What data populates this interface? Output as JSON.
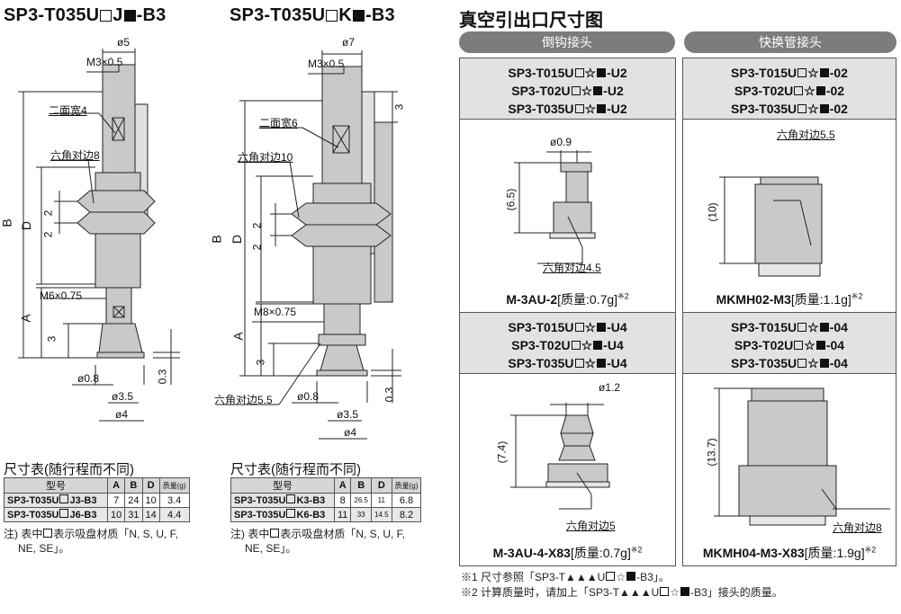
{
  "left": {
    "title_a": "SP3-T035U",
    "title_b": "J",
    "title_c": "-B3",
    "dims": {
      "phi5": "ø5",
      "m3": "M3×0.5",
      "twoflat": "二面宽4",
      "hex": "六角对边8",
      "b": "B",
      "d": "D",
      "two1": "2",
      "two2": "2",
      "m6": "M6×0.75",
      "a": "A",
      "three": "3",
      "phi08": "ø0.8",
      "phi35": "ø3.5",
      "phi4": "ø4",
      "p03": "0.3"
    },
    "table": {
      "title": "尺寸表(随行程而不同)",
      "headers": [
        "型号",
        "A",
        "B",
        "D",
        "质量(g)"
      ],
      "rows": [
        {
          "m1": "SP3-T035U",
          "m2": "J3-B3",
          "a": "7",
          "b": "24",
          "d": "10",
          "w": "3.4"
        },
        {
          "m1": "SP3-T035U",
          "m2": "J6-B3",
          "a": "10",
          "b": "31",
          "d": "14",
          "w": "4.4"
        }
      ],
      "note_a": "注) 表中",
      "note_b": "表示吸盘材质「N, S, U, F,",
      "note_c": "NE, SE」。"
    }
  },
  "middle": {
    "title_a": "SP3-T035U",
    "title_b": "K",
    "title_c": "-B3",
    "dims": {
      "phi7": "ø7",
      "m3": "M3×0.5",
      "three_top": "3",
      "twoflat": "二面宽6",
      "hex": "六角对边10",
      "b": "B",
      "d": "D",
      "two1": "2",
      "two2": "2",
      "m8": "M8×0.75",
      "a": "A",
      "three": "3",
      "hex55": "六角对边5.5",
      "phi08": "ø0.8",
      "phi35": "ø3.5",
      "phi4": "ø4",
      "p03": "0.3"
    },
    "table": {
      "title": "尺寸表(随行程而不同)",
      "headers": [
        "型号",
        "A",
        "B",
        "D",
        "质量(g)"
      ],
      "rows": [
        {
          "m1": "SP3-T035U",
          "m2": "K3-B3",
          "a": "8",
          "b": "26.5",
          "d": "11",
          "w": "6.8"
        },
        {
          "m1": "SP3-T035U",
          "m2": "K6-B3",
          "a": "11",
          "b": "33",
          "d": "14.5",
          "w": "8.2"
        }
      ],
      "note_a": "注) 表中",
      "note_b": "表示吸盘材质「N, S, U, F,",
      "note_c": "NE, SE」。"
    }
  },
  "right": {
    "title": "真空引出口尺寸图",
    "tab_barb": "倒钩接头",
    "tab_quick": "快换管接头",
    "panels": [
      {
        "lines": [
          [
            "SP3-T015U",
            "-U2"
          ],
          [
            "SP3-T02U",
            "-U2"
          ],
          [
            "SP3-T035U",
            "-U2"
          ]
        ],
        "dims": {
          "d1": "ø0.9",
          "d2": "(6.5)",
          "d3": "六角对边4.5"
        },
        "part": "M-3AU-2",
        "mass": "[质量:0.7g]",
        "ref": "※2"
      },
      {
        "lines": [
          [
            "SP3-T015U",
            "-02"
          ],
          [
            "SP3-T02U",
            "-02"
          ],
          [
            "SP3-T035U",
            "-02"
          ]
        ],
        "dims": {
          "d1": "六角对边5.5",
          "d2": "(10)"
        },
        "part": "MKMH02-M3",
        "mass": "[质量:1.1g]",
        "ref": "※2"
      },
      {
        "lines": [
          [
            "SP3-T015U",
            "-U4"
          ],
          [
            "SP3-T02U",
            "-U4"
          ],
          [
            "SP3-T035U",
            "-U4"
          ]
        ],
        "dims": {
          "d1": "ø1.2",
          "d2": "(7.4)",
          "d3": "六角对边5"
        },
        "part": "M-3AU-4-X83",
        "mass": "[质量:0.7g]",
        "ref": "※2"
      },
      {
        "lines": [
          [
            "SP3-T015U",
            "-04"
          ],
          [
            "SP3-T02U",
            "-04"
          ],
          [
            "SP3-T035U",
            "-04"
          ]
        ],
        "dims": {
          "d2": "(13.7)",
          "d3": "六角对边8"
        },
        "part": "MKMH04-M3-X83",
        "mass": "[质量:1.9g]",
        "ref": "※2"
      }
    ],
    "note1": "※1 尺寸参照「SP3-T▲▲▲U",
    "note1_end": "-B3」。",
    "note2": "※2 计算质量时，请加上「SP3-T▲▲▲U",
    "note2_end": "-B3」接头的质量。",
    "star": "☆"
  },
  "colors": {
    "part_fill": "#c9c9c9",
    "pill": "#7c7c7c",
    "head_bg": "#e2e2e2"
  }
}
